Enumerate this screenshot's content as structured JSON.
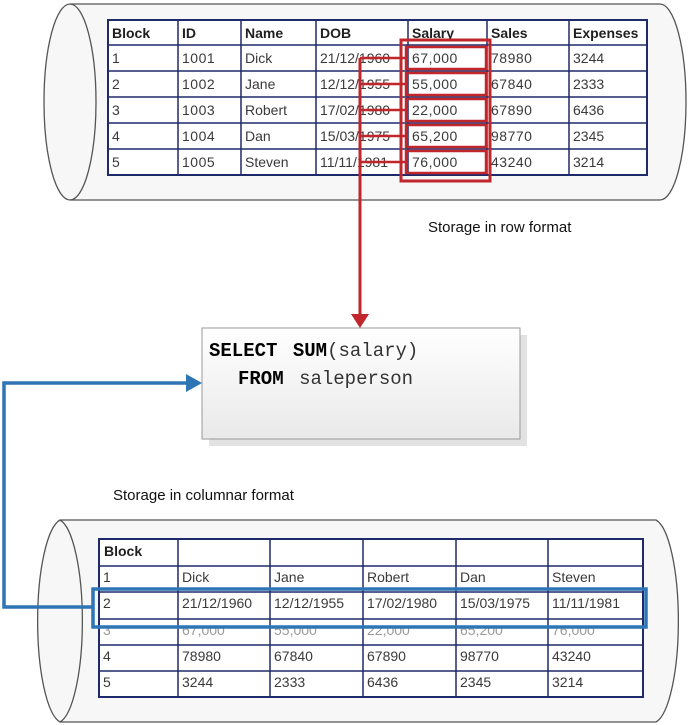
{
  "row_storage": {
    "caption": "Storage in row format",
    "headers": [
      "Block",
      "ID",
      "Name",
      "DOB",
      "Salary",
      "Sales",
      "Expenses"
    ],
    "rows": [
      [
        "1",
        "1001",
        "Dick",
        "21/12/1960",
        "67,000",
        "78980",
        "3244"
      ],
      [
        "2",
        "1002",
        "Jane",
        "12/12/1955",
        "55,000",
        "67840",
        "2333"
      ],
      [
        "3",
        "1003",
        "Robert",
        "17/02/1980",
        "22,000",
        "67890",
        "6436"
      ],
      [
        "4",
        "1004",
        "Dan",
        "15/03/1975",
        "65,200",
        "98770",
        "2345"
      ],
      [
        "5",
        "1005",
        "Steven",
        "11/11/1981",
        "76,000",
        "43240",
        "3214"
      ]
    ]
  },
  "query": {
    "line1_keyword": "SELECT",
    "line1_function": "SUM",
    "line1_args": "(salary)",
    "line2_keyword": "FROM",
    "line2_table": "saleperson"
  },
  "columnar_storage": {
    "caption": "Storage in columnar format",
    "header": "Block",
    "rows": [
      [
        "1",
        "Dick",
        "Jane",
        "Robert",
        "Dan",
        "Steven"
      ],
      [
        "2",
        "21/12/1960",
        "12/12/1955",
        "17/02/1980",
        "15/03/1975",
        "11/11/1981"
      ],
      [
        "3",
        "67,000",
        "55,000",
        "22,000",
        "65,200",
        "76,000"
      ],
      [
        "4",
        "78980",
        "67840",
        "67890",
        "98770",
        "43240"
      ],
      [
        "5",
        "3244",
        "2333",
        "6436",
        "2345",
        "3214"
      ]
    ]
  },
  "colors": {
    "table_border": "#1f2a6b",
    "cylinder_stroke": "#555555",
    "cylinder_fill": "#f7f7f7",
    "row_highlight": "#c0262b",
    "column_highlight": "#2e75b6"
  }
}
